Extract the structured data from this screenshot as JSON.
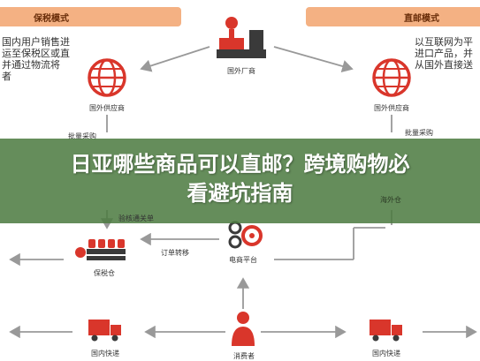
{
  "headers": {
    "left": "保税模式",
    "right": "直邮模式"
  },
  "panels": {
    "left_text": "国内用户销售进\n运至保税区或直\n并通过物流将\n者",
    "right_text": "以互联网为平\n进口产品，并\n从国外直接送"
  },
  "nodes": {
    "foreign_factory": "国外厂商",
    "foreign_supplier_left": "国外供应商",
    "foreign_supplier_right": "国外供应商",
    "overseas_warehouse": "海外仓",
    "ecommerce_platform": "电商平台",
    "bonded_warehouse": "保税仓",
    "consumer": "消费者",
    "domestic_express_left": "国内快递",
    "domestic_express_right": "国内快递"
  },
  "edges": {
    "bulk_purchase_left": "批量采购",
    "bulk_purchase_right": "批量采购",
    "customs_transfer": "验核通关单",
    "order_transfer": "订单转移"
  },
  "title": {
    "line1": "日亚哪些商品可以直邮？跨境购物必",
    "line2": "看避坑指南"
  },
  "colors": {
    "header": "#f4b183",
    "icon_red": "#d9362b",
    "icon_dark": "#3a3a3a",
    "arrow": "#999999",
    "banner": "#4c7a40"
  }
}
